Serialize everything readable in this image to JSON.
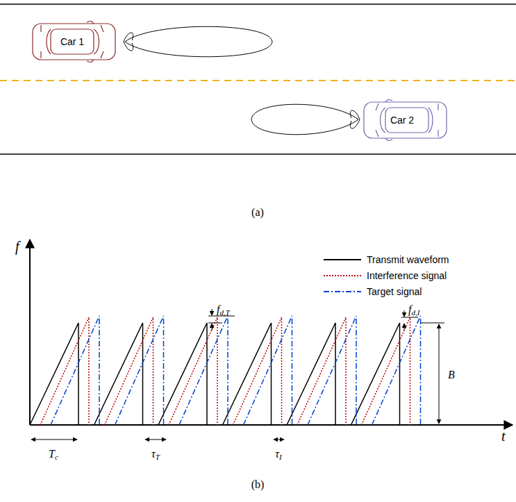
{
  "diagram": {
    "nodes": [
      {
        "text": [
          "Car 1"
        ]
      },
      {
        "text": [
          "Car 2"
        ]
      }
    ],
    "labels": [
      "(a)",
      "f",
      "fd,T",
      "fd,I",
      "B",
      "Tc",
      "τT",
      "τI",
      "t",
      "(b)"
    ],
    "legend": [
      {
        "text": "Transmit waveform"
      },
      {
        "text": "Interference signal"
      },
      {
        "text": "Target signal"
      }
    ]
  }
}
